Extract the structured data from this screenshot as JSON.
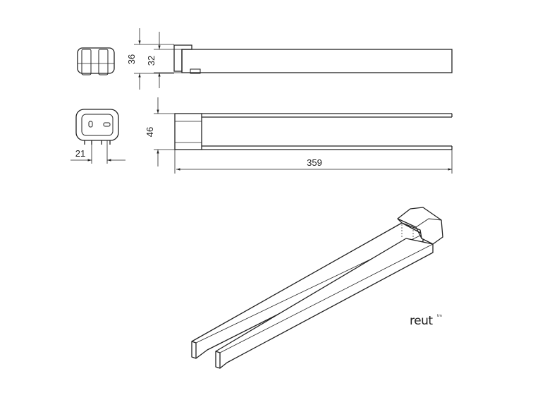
{
  "dimensions": {
    "overall_height": "36",
    "bar_height": "32",
    "mount_height": "46",
    "mount_width": "21",
    "overall_length": "359"
  },
  "brand": {
    "name": "reut",
    "mark": "tm"
  },
  "colors": {
    "line": "#222222",
    "background": "#ffffff"
  }
}
